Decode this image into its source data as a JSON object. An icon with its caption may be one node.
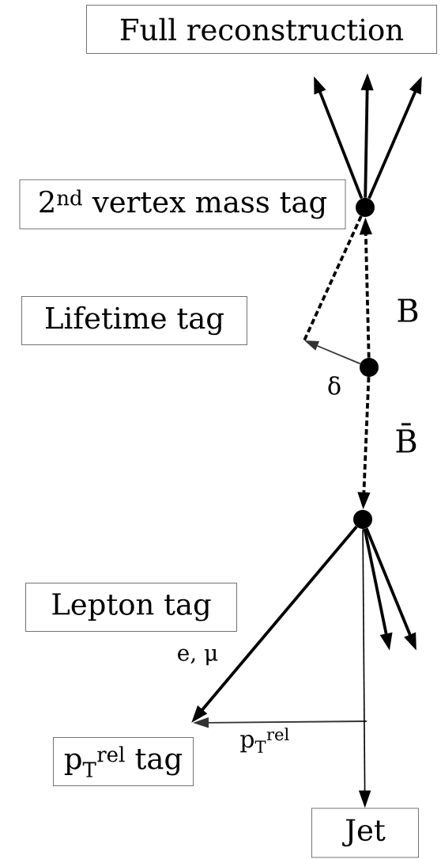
{
  "diagram": {
    "nodes": [
      {
        "text": [
          "Full reconstruction"
        ]
      },
      {
        "text": [
          "2$^{nd}$ vertex mass tag"
        ]
      },
      {
        "text": [
          "Lifetime tag"
        ]
      },
      {
        "text": [
          "Lepton tag"
        ]
      },
      {
        "text": [
          "p$_{T}$$^{rel}$ tag"
        ]
      },
      {
        "text": [
          "Jet"
        ]
      },
      {
        "text": [],
        "shape": "circle"
      },
      {
        "text": [],
        "shape": "circle"
      },
      {
        "text": [],
        "shape": "circle"
      }
    ],
    "edges": [
      {
        "from": 6,
        "to": null,
        "arrow": "to"
      },
      {
        "from": 6,
        "to": null,
        "arrow": "to"
      },
      {
        "from": 6,
        "to": null,
        "arrow": "to"
      },
      {
        "from": 7,
        "to": 6,
        "arrow": "to",
        "style": "dashed"
      },
      {
        "from": 6,
        "to": null,
        "arrow": "none",
        "style": "dashed"
      },
      {
        "from": 7,
        "to": 8,
        "arrow": "to",
        "style": "dashed"
      },
      {
        "from": 8,
        "to": null,
        "arrow": "to",
        "label": "e, μ"
      },
      {
        "from": 8,
        "to": null,
        "arrow": "to"
      },
      {
        "from": 8,
        "to": null,
        "arrow": "to"
      },
      {
        "from": 8,
        "to": 5,
        "arrow": "to"
      }
    ],
    "labels": [
      "B",
      "δ",
      "B̄",
      "p$_{T}$$^{rel}$"
    ]
  }
}
